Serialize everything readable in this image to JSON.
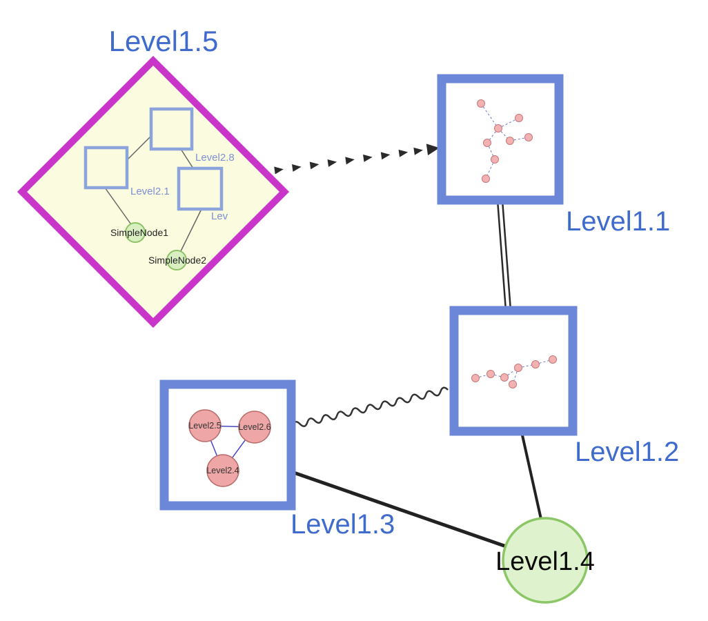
{
  "diagram": {
    "type": "nested-graph",
    "background": "#ffffff",
    "colors": {
      "top_label": "#3f6bcd",
      "dark_label": "#0a0a0a",
      "group_border": "#6d87d8",
      "diamond_border": "#c935c9",
      "diamond_fill": "#fbfbdf",
      "inner_square_border": "#8ba4dc",
      "inner_label": "#7d90d2",
      "green_fill": "#d9efc2",
      "green_border": "#8cc464",
      "big_green_fill": "#def3cd",
      "big_green_border": "#8bc766",
      "pink_fill": "#f2b2b2",
      "pink_border": "#c87676",
      "edge_dark": "#2a2a2a",
      "edge_blue": "#4646c8"
    },
    "groups": {
      "level15": {
        "label": "Level1.5",
        "shape": "diamond",
        "children": {
          "level28": {
            "label": "Level2.8",
            "shape": "square"
          },
          "level21": {
            "label": "Level2.1",
            "shape": "square"
          },
          "lev": {
            "label": "Lev",
            "shape": "square"
          },
          "simplenode1": {
            "label": "SimpleNode1",
            "shape": "circle"
          },
          "simplenode2": {
            "label": "SimpleNode2",
            "shape": "circle"
          }
        }
      },
      "level11": {
        "label": "Level1.1",
        "shape": "square",
        "note": "contains small unlabeled node network"
      },
      "level12": {
        "label": "Level1.2",
        "shape": "square",
        "note": "contains small unlabeled node network"
      },
      "level13": {
        "label": "Level1.3",
        "shape": "square",
        "children": {
          "level25": {
            "label": "Level2.5",
            "shape": "circle"
          },
          "level26": {
            "label": "Level2.6",
            "shape": "circle"
          },
          "level24": {
            "label": "Level2.4",
            "shape": "circle"
          }
        }
      }
    },
    "nodes": {
      "level14": {
        "label": "Level1.4",
        "shape": "circle"
      }
    },
    "edges": [
      {
        "from": "Level1.5",
        "to": "Level1.1",
        "style": "dashed-arrow"
      },
      {
        "from": "Level1.1",
        "to": "Level1.2",
        "style": "double-line"
      },
      {
        "from": "Level1.3",
        "to": "Level1.2",
        "style": "wavy"
      },
      {
        "from": "Level1.3",
        "to": "Level1.4",
        "style": "solid"
      },
      {
        "from": "Level1.2",
        "to": "Level1.4",
        "style": "solid"
      }
    ]
  }
}
